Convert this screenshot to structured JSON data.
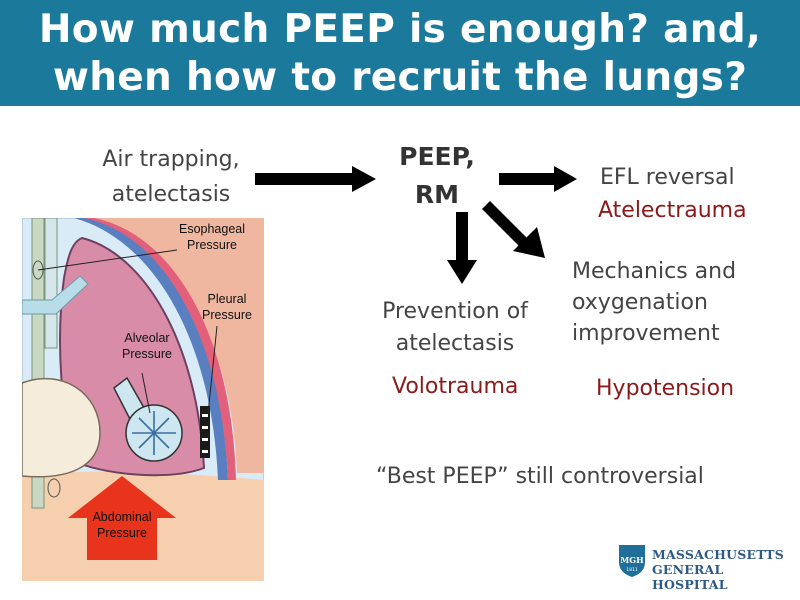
{
  "title": {
    "line1": "How much PEEP is enough? and,",
    "line2": "when how to recruit the lungs?"
  },
  "causes": {
    "line1": "Air trapping,",
    "line2": "atelectasis"
  },
  "center": {
    "line1": "PEEP,",
    "line2": "RM"
  },
  "right_effect": {
    "line1": "EFL reversal",
    "risk": "Atelectrauma"
  },
  "down_effect": {
    "line1": "Prevention of",
    "line2": "atelectasis",
    "risk": "Volotrauma"
  },
  "diag_effect": {
    "line1": "Mechanics and",
    "line2": "oxygenation",
    "line3": "improvement",
    "risk": "Hypotension"
  },
  "footnote": "“Best PEEP” still controversial",
  "diagram": {
    "esophageal_1": "Esophageal",
    "esophageal_2": "Pressure",
    "pleural_1": "Pleural",
    "pleural_2": "Pressure",
    "alveolar_1": "Alveolar",
    "alveolar_2": "Pressure",
    "abdominal_1": "Abdominal",
    "abdominal_2": "Pressure"
  },
  "logo": {
    "line1": "MASSACHUSETTS",
    "line2": "GENERAL HOSPITAL",
    "shield_text": "MGH",
    "shield_year": "1811"
  },
  "colors": {
    "title_bar": "#1b7a9c",
    "risk_text": "#8b1a1a",
    "lung": "#d98ca8",
    "abdomen": "#f5cfae",
    "arrow_red": "#e8341c"
  }
}
